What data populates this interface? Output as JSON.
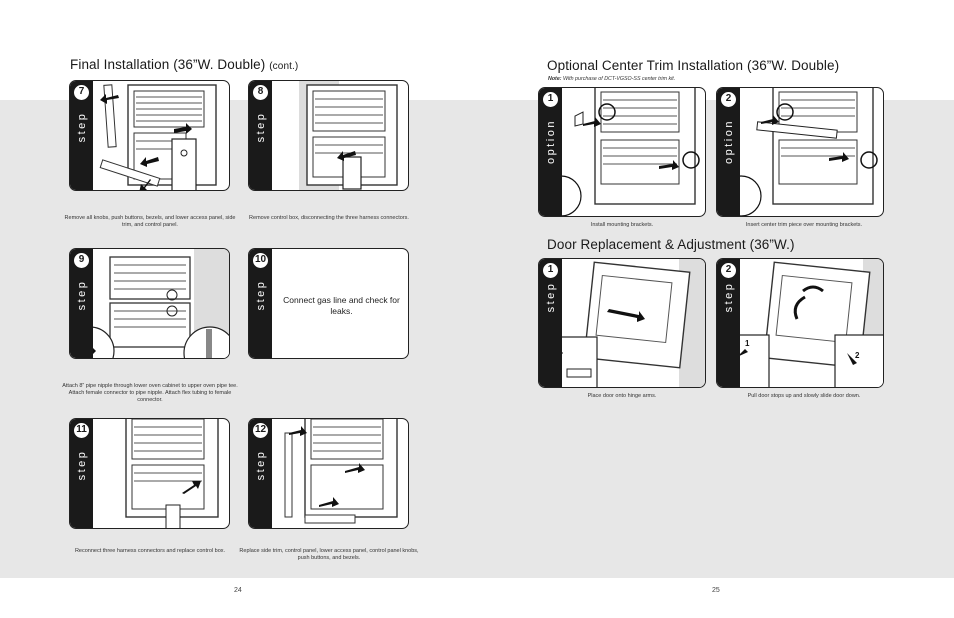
{
  "left_page": {
    "title_main": "Final Installation (36”W. Double)",
    "title_suffix": "(cont.)",
    "page_number": "24",
    "steps": [
      {
        "tab": "step",
        "number": "7",
        "caption": "Remove all knobs, push buttons, bezels, and lower access panel, side trim, and control panel."
      },
      {
        "tab": "step",
        "number": "8",
        "caption": "Remove control box, disconnecting the three harness connectors."
      },
      {
        "tab": "step",
        "number": "9",
        "caption": "Attach 8” pipe nipple through lower oven cabinet to upper oven pipe tee. Attach female connector to pipe nipple. Attach flex tubing to female connector."
      },
      {
        "tab": "step",
        "number": "10",
        "caption": "",
        "panel_text": "Connect gas line and check for leaks."
      },
      {
        "tab": "step",
        "number": "11",
        "caption": "Reconnect three harness connectors and replace control box."
      },
      {
        "tab": "step",
        "number": "12",
        "caption": "Replace side trim, control panel, lower access panel, control panel knobs, push buttons, and bezels."
      }
    ]
  },
  "right_page": {
    "title_trim": "Optional Center Trim Installation (36”W. Double)",
    "note_label": "Note:",
    "note_text": "With purchase of DCT-VGSO-SS center trim kit.",
    "trim_steps": [
      {
        "tab": "option",
        "number": "1",
        "caption": "Install mounting brackets."
      },
      {
        "tab": "option",
        "number": "2",
        "caption": "Insert center trim piece over mounting brackets."
      }
    ],
    "title_door": "Door Replacement & Adjustment (36”W.)",
    "door_steps": [
      {
        "tab": "step",
        "number": "1",
        "caption": "Place door onto hinge arms.",
        "callouts": []
      },
      {
        "tab": "step",
        "number": "2",
        "caption": "Pull door stops up and slowly slide door down.",
        "callouts": [
          "1",
          "2"
        ]
      }
    ],
    "page_number": "25"
  }
}
